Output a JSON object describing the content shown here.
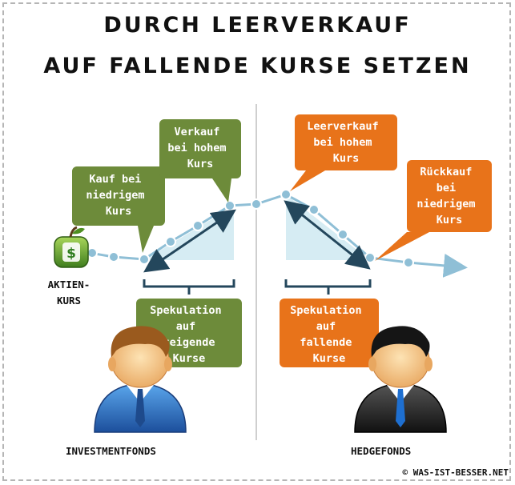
{
  "title": {
    "line1": "DURCH LEERVERKAUF",
    "line2": "AUF FALLENDE KURSE SETZEN"
  },
  "left": {
    "buy_box": [
      "Kauf bei",
      "niedrigem",
      "Kurs"
    ],
    "sell_box": [
      "Verkauf",
      "bei hohem",
      "Kurs"
    ],
    "speculation_box": [
      "Spekulation",
      "auf",
      "steigende",
      "Kurse"
    ],
    "person_label": "INVESTMENTFONDS"
  },
  "right": {
    "short_box": [
      "Leerverkauf",
      "bei hohem",
      "Kurs"
    ],
    "buyback_box": [
      "Rückkauf",
      "bei",
      "niedrigem",
      "Kurs"
    ],
    "speculation_box": [
      "Spekulation",
      "auf",
      "fallende",
      "Kurse"
    ],
    "person_label": "HEDGEFONDS"
  },
  "stock_label": [
    "AKTIEN-",
    "KURS"
  ],
  "copyright": "© WAS-IST-BESSER.NET",
  "colors": {
    "green": "#6d8b3a",
    "orange": "#e8731a",
    "line": "#8fbfd6",
    "arrow": "#24475c",
    "triangle": "#d6ecf3"
  },
  "icons": [
    "money-apple-icon",
    "investor-person-icon",
    "hedgefund-person-icon"
  ]
}
